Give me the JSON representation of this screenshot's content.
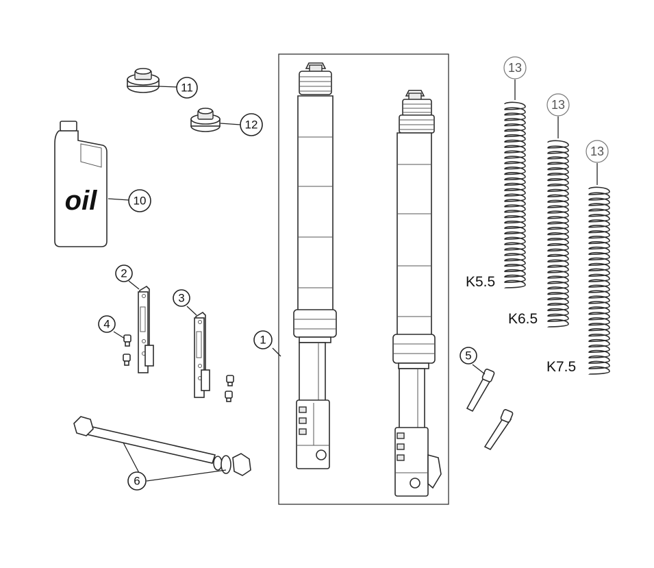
{
  "oil_label": "oil",
  "callouts": [
    {
      "id": "fork-assembly",
      "number": "1"
    },
    {
      "id": "bracket-left",
      "number": "2"
    },
    {
      "id": "bracket-right",
      "number": "3"
    },
    {
      "id": "bracket-screws",
      "number": "4"
    },
    {
      "id": "clamp-bolts",
      "number": "5"
    },
    {
      "id": "axle",
      "number": "6"
    },
    {
      "id": "oil-bottle",
      "number": "10"
    },
    {
      "id": "cap-11",
      "number": "11"
    },
    {
      "id": "cap-12",
      "number": "12"
    },
    {
      "id": "spring-k55",
      "number": "13"
    },
    {
      "id": "spring-k65",
      "number": "13"
    },
    {
      "id": "spring-k75",
      "number": "13"
    }
  ],
  "spring_labels": [
    "K5.5",
    "K6.5",
    "K7.5"
  ],
  "colors": {
    "line": "#2b2b2b",
    "background": "#ffffff"
  }
}
